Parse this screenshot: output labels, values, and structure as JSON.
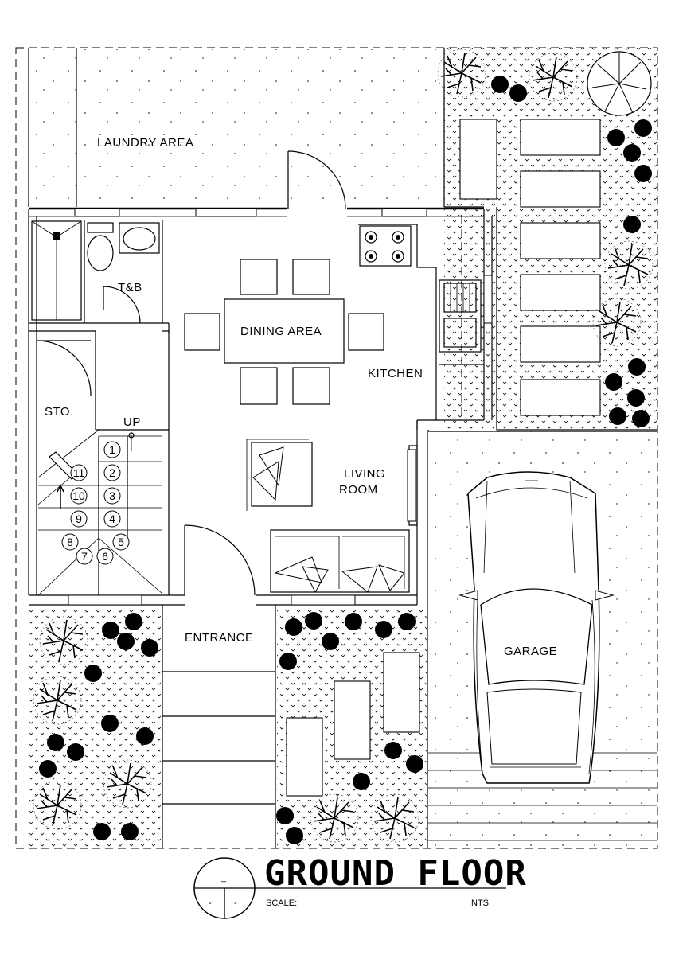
{
  "rooms": {
    "laundry": "LAUNDRY AREA",
    "tb": "T&B",
    "dining": "DINING AREA",
    "kitchen": "KITCHEN",
    "storage": "STO.",
    "up": "UP",
    "living": "LIVING ROOM",
    "entrance": "ENTRANCE",
    "garage": "GARAGE"
  },
  "stairs": [
    "1",
    "2",
    "3",
    "4",
    "5",
    "6",
    "7",
    "8",
    "9",
    "10",
    "11"
  ],
  "title_block": {
    "title": "GROUND FLOOR",
    "scale_label": "SCALE:",
    "scale_value": "NTS",
    "symbol_top": "_",
    "symbol_left": "-",
    "symbol_right": "-"
  }
}
